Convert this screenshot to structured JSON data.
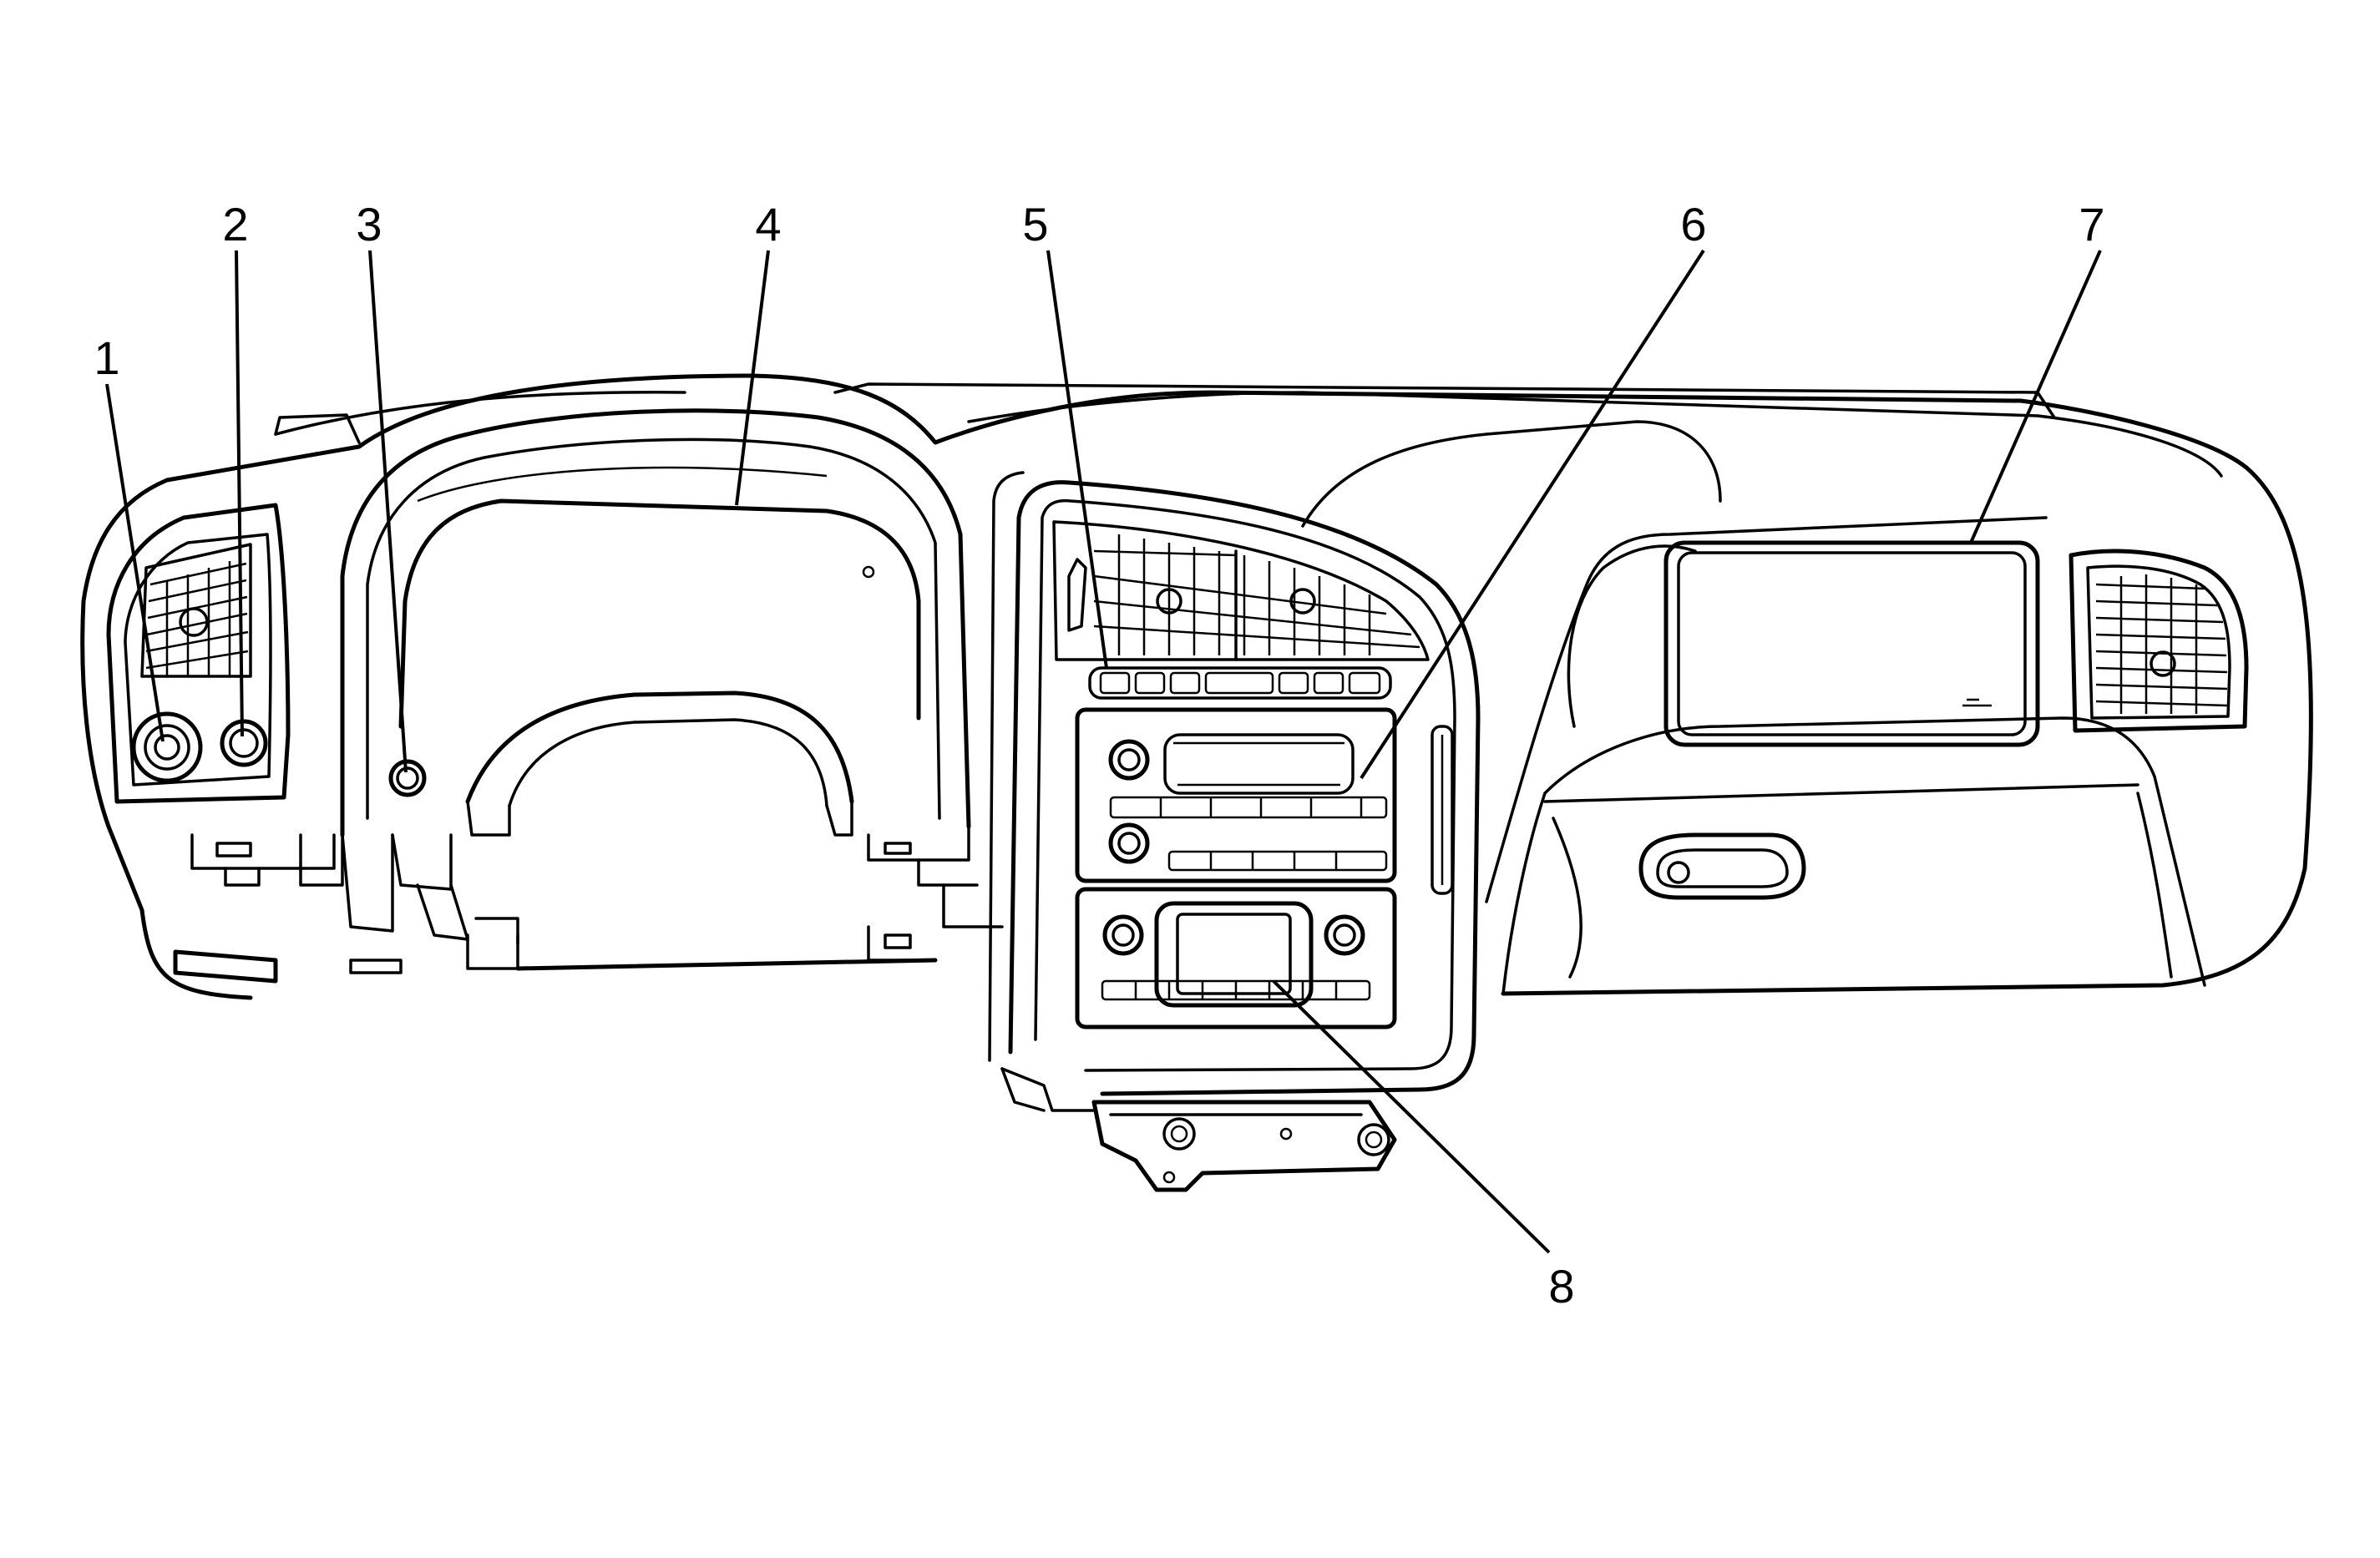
{
  "callouts": [
    {
      "id": 1,
      "label": "1"
    },
    {
      "id": 2,
      "label": "2"
    },
    {
      "id": 3,
      "label": "3"
    },
    {
      "id": 4,
      "label": "4"
    },
    {
      "id": 5,
      "label": "5"
    },
    {
      "id": 6,
      "label": "6"
    },
    {
      "id": 7,
      "label": "7"
    },
    {
      "id": 8,
      "label": "8"
    }
  ]
}
